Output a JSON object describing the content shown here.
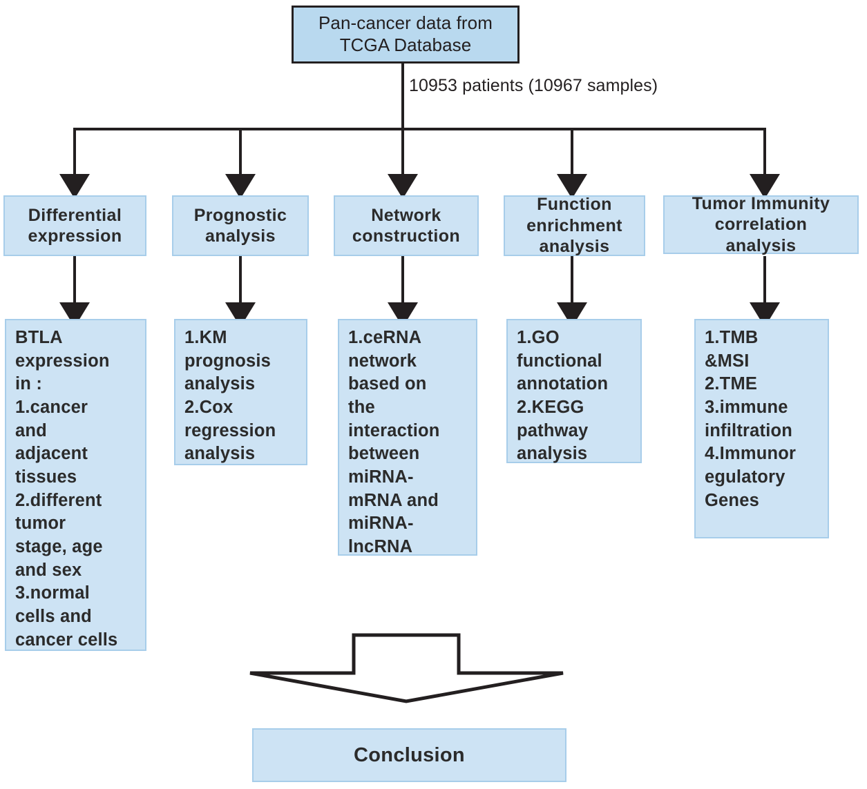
{
  "diagram": {
    "title": "Pan-cancer BTLA study workflow",
    "colors": {
      "source_fill": "#b9d9ef",
      "source_border": "#231f20",
      "box_fill": "#cde3f4",
      "box_border": "#a7cdea",
      "line": "#231f20",
      "text": "#2b2b2b",
      "background": "#ffffff"
    },
    "source": {
      "label": "Pan-cancer data from\nTCGA Database"
    },
    "edge_label": "10953 patients (10967 samples)",
    "categories": [
      {
        "id": "differential-expression",
        "label": "Differential\nexpression"
      },
      {
        "id": "prognostic-analysis",
        "label": "Prognostic\nanalysis"
      },
      {
        "id": "network-construction",
        "label": "Network\nconstruction"
      },
      {
        "id": "function-enrichment-analysis",
        "label": "Function\nenrichment\nanalysis"
      },
      {
        "id": "tumor-immunity-correlation-analysis",
        "label": "Tumor Immunity\ncorrelation\nanalysis"
      }
    ],
    "details": [
      {
        "id": "btla-expression-details",
        "label": "BTLA\nexpression\nin :\n1.cancer\nand\nadjacent\ntissues\n2.different\ntumor\nstage, age\nand sex\n3.normal\ncells and\ncancer cells"
      },
      {
        "id": "prognostic-details",
        "label": "1.KM\nprognosis\nanalysis\n2.Cox\nregression\nanalysis"
      },
      {
        "id": "network-details",
        "label": "1.ceRNA\nnetwork\nbased on\nthe\ninteraction\nbetween\nmiRNA-\nmRNA and\nmiRNA-\nlncRNA"
      },
      {
        "id": "enrichment-details",
        "label": "1.GO\nfunctional\nannotation\n2.KEGG\npathway\nanalysis"
      },
      {
        "id": "immunity-details",
        "label": "1.TMB\n&MSI\n2.TME\n3.immune\ninfiltration\n4.Immunor\negulatory\nGenes"
      }
    ],
    "conclusion": {
      "label": "Conclusion"
    }
  }
}
